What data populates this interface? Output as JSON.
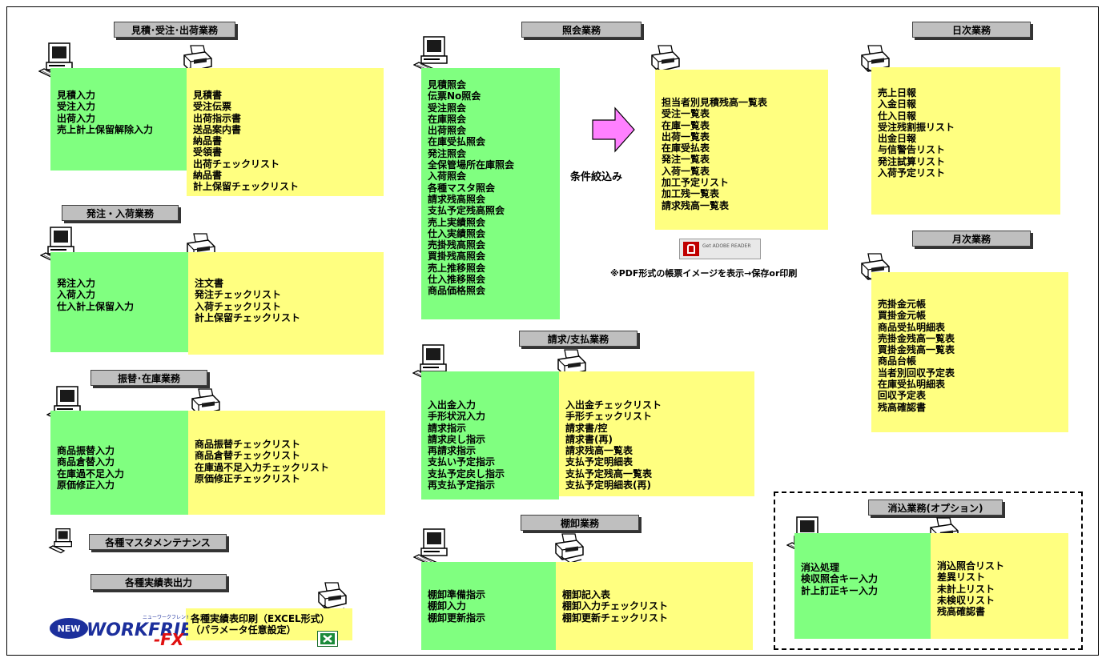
{
  "sections": {
    "estimate": {
      "header": "見積･受注･出荷業務",
      "input_items": [
        "見積入力",
        "受注入力",
        "出荷入力",
        "売上計上保留解除入力"
      ],
      "output_items": [
        "見積書",
        "受注伝票",
        "出荷指示書",
        "送品案内書",
        "納品書",
        "受領書",
        "出荷チェックリスト",
        "納品書",
        "計上保留チェックリスト"
      ]
    },
    "order": {
      "header": "発注・入荷業務",
      "input_items": [
        "発注入力",
        "入荷入力",
        "仕入計上保留入力"
      ],
      "output_items": [
        "注文書",
        "発注チェックリスト",
        "入荷チェックリスト",
        "計上保留チェックリスト"
      ]
    },
    "transfer": {
      "header": "振替･在庫業務",
      "input_items": [
        "商品振替入力",
        "商品倉替入力",
        "在庫過不足入力",
        "原価修正入力"
      ],
      "output_items": [
        "商品振替チェックリスト",
        "商品倉替チェックリスト",
        "在庫過不足入力チェックリスト",
        "原価修正チェックリスト"
      ]
    },
    "master": {
      "header": "各種マスタメンテナンス"
    },
    "results": {
      "header": "各種実績表出力",
      "output_items": [
        "各種実績表印刷（EXCEL形式）",
        "（パラメータ任意設定）"
      ],
      "logo_main": "NEW WORK FRIEND",
      "logo_suffix": "-FX",
      "logo_small": "ニューワークフレンド"
    },
    "inquiry": {
      "header": "照会業務",
      "input_items": [
        "見積照会",
        "伝票No照会",
        "受注照会",
        "在庫照会",
        "出荷照会",
        "在庫受払照会",
        "発注照会",
        "全保管場所在庫照会",
        "入荷照会",
        "各種マスタ照会",
        "請求残高照会",
        "支払予定残高照会",
        "売上実績照会",
        "仕入実績照会",
        "売掛残高照会",
        "買掛残高照会",
        "売上推移照会",
        "仕入推移照会",
        "商品価格照会"
      ],
      "filter_label": "条件絞込み",
      "output_items": [
        "担当者別見積残高一覧表",
        "受注一覧表",
        "在庫一覧表",
        "出荷一覧表",
        "在庫受払表",
        "発注一覧表",
        "入荷一覧表",
        "加工予定リスト",
        "加工残一覧表",
        "請求残高一覧表"
      ],
      "pdf_note": "※PDF形式の帳票イメージを表示→保存or印刷",
      "pdf_badge": "Get ADOBE READER"
    },
    "billing": {
      "header": "請求/支払業務",
      "input_items": [
        "入出金入力",
        "手形状況入力",
        "請求指示",
        "請求戻し指示",
        "再請求指示",
        "支払い予定指示",
        "支払予定戻し指示",
        "再支払予定指示"
      ],
      "output_items": [
        "入出金チェックリスト",
        "手形チェックリスト",
        "請求書/控",
        "請求書(再)",
        "請求残高一覧表",
        "支払予定明細表",
        "支払予定残高一覧表",
        "支払予定明細表(再)"
      ]
    },
    "stocktake": {
      "header": "棚卸業務",
      "input_items": [
        "棚卸準備指示",
        "棚卸入力",
        "棚卸更新指示"
      ],
      "output_items": [
        "棚卸記入表",
        "棚卸入力チェックリスト",
        "棚卸更新チェックリスト"
      ]
    },
    "daily": {
      "header": "日次業務",
      "output_items": [
        "売上日報",
        "入金日報",
        "仕入日報",
        "受注残割振リスト",
        "出金日報",
        "与信警告リスト",
        "発注試算リスト",
        "入荷予定リスト"
      ]
    },
    "monthly": {
      "header": "月次業務",
      "output_items": [
        "売掛金元帳",
        "買掛金元帳",
        "商品受払明細表",
        "売掛金残高一覧表",
        "買掛金残高一覧表",
        "商品台帳",
        "当者別回収予定表",
        "在庫受払明細表",
        "回収予定表",
        "残高確認書"
      ]
    },
    "reconcile": {
      "header": "消込業務(オプション)",
      "input_items": [
        "消込処理",
        "検収照合キー入力",
        "計上訂正キー入力"
      ],
      "output_items": [
        "消込照合リスト",
        "差異リスト",
        "未計上リスト",
        "未検収リスト",
        "残高確認書"
      ]
    }
  },
  "colors": {
    "input_bg": "#80ff80",
    "output_bg": "#ffff80",
    "header_bg": "#bfbfbf",
    "arrow": "#ff80ff"
  }
}
